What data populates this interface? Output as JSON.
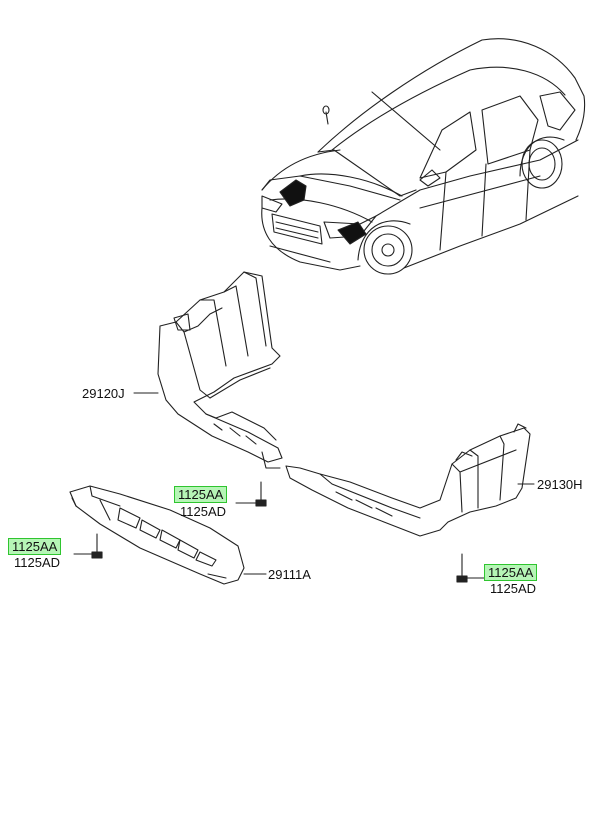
{
  "colors": {
    "highlight_fill": "#b6f5b6",
    "highlight_border": "#2fc52f",
    "line": "#222222"
  },
  "labels": {
    "part_29120J": "29120J",
    "part_29130H": "29130H",
    "part_29111A": "29111A",
    "bolt_center_primary": "1125AA",
    "bolt_center_alt": "1125AD",
    "bolt_left_primary": "1125AA",
    "bolt_left_alt": "1125AD",
    "bolt_right_primary": "1125AA",
    "bolt_right_alt": "1125AD"
  }
}
